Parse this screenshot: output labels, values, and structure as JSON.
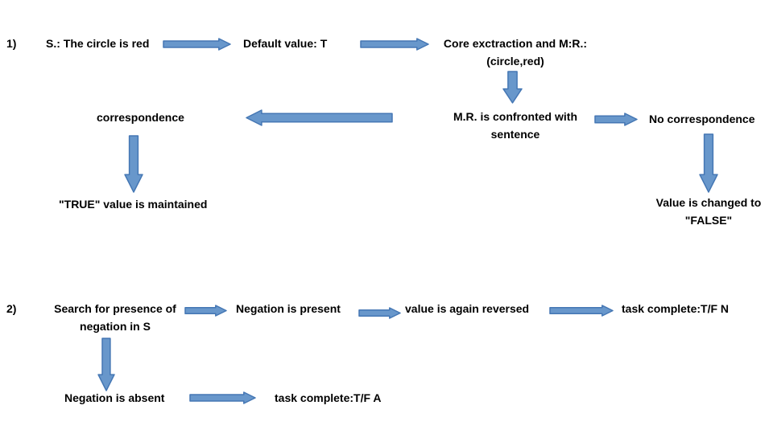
{
  "colors": {
    "background": "#ffffff",
    "arrow_fill": "#6897cb",
    "arrow_stroke": "#4577b4",
    "text": "#000000"
  },
  "diagram": {
    "section1": {
      "label": "1)",
      "source_sentence": "S.: The circle is red",
      "default_value": "Default value: T",
      "core_extraction": "Core exctraction and M:R.:\n(circle,red)",
      "mr_confronted": "M.R. is confronted with\nsentence",
      "correspondence": "correspondence",
      "no_correspondence": "No correspondence",
      "true_maintained": "\"TRUE\" value is maintained",
      "value_changed": "Value is changed to\n\"FALSE\""
    },
    "section2": {
      "label": "2)",
      "search_negation": "Search for presence of\nnegation in S",
      "negation_present": "Negation is present",
      "value_reversed": "value is again reversed",
      "task_complete_n": "task complete:T/F N",
      "negation_absent": "Negation is absent",
      "task_complete_a": "task complete:T/F A"
    }
  }
}
